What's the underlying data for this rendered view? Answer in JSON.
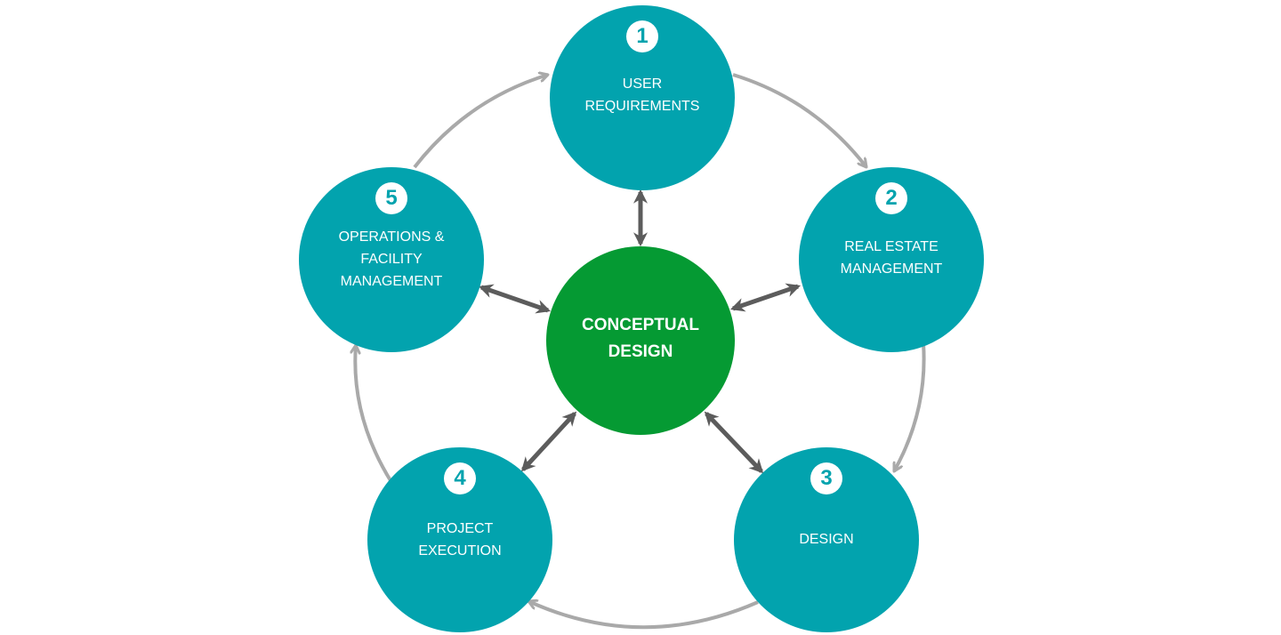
{
  "colors": {
    "node_fill": "#02a3ae",
    "center_fill": "#059a33",
    "badge_fill": "#ffffff",
    "badge_text": "#02a3ae",
    "cycle_arrow": "#a9a9a9",
    "link_arrow": "#5c5c5c"
  },
  "center": {
    "label": "CONCEPTUAL\nDESIGN"
  },
  "steps": [
    {
      "number": "1",
      "label": "USER\nREQUIREMENTS"
    },
    {
      "number": "2",
      "label": "REAL ESTATE\nMANAGEMENT"
    },
    {
      "number": "3",
      "label": "DESIGN"
    },
    {
      "number": "4",
      "label": "PROJECT\nEXECUTION"
    },
    {
      "number": "5",
      "label": "OPERATIONS &\nFACILITY\nMANAGEMENT"
    }
  ]
}
